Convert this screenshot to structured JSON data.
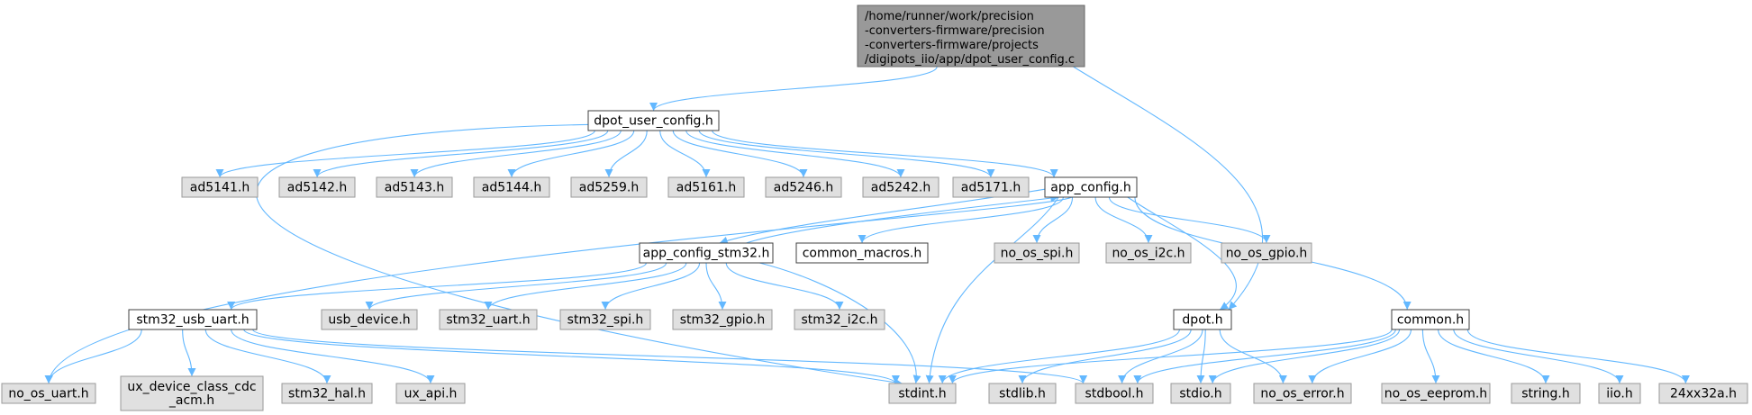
{
  "colors": {
    "edge": "#63b8ff",
    "root_fill": "#999999",
    "white_fill": "#ffffff",
    "grey_fill": "#e0e0e0",
    "white_border": "#404040",
    "grey_border": "#999999"
  },
  "nodes": {
    "root": {
      "lines": [
        "/home/runner/work/precision",
        "-converters-firmware/precision",
        "-converters-firmware/projects",
        "/digipots_iio/app/dpot_user_config.c"
      ]
    },
    "dpot_user_config_h": {
      "lines": [
        "dpot_user_config.h"
      ]
    },
    "ad5141_h": {
      "lines": [
        "ad5141.h"
      ]
    },
    "ad5142_h": {
      "lines": [
        "ad5142.h"
      ]
    },
    "ad5143_h": {
      "lines": [
        "ad5143.h"
      ]
    },
    "ad5144_h": {
      "lines": [
        "ad5144.h"
      ]
    },
    "ad5259_h": {
      "lines": [
        "ad5259.h"
      ]
    },
    "ad5161_h": {
      "lines": [
        "ad5161.h"
      ]
    },
    "ad5246_h": {
      "lines": [
        "ad5246.h"
      ]
    },
    "ad5242_h": {
      "lines": [
        "ad5242.h"
      ]
    },
    "ad5171_h": {
      "lines": [
        "ad5171.h"
      ]
    },
    "app_config_h": {
      "lines": [
        "app_config.h"
      ]
    },
    "app_config_stm32_h": {
      "lines": [
        "app_config_stm32.h"
      ]
    },
    "common_macros_h": {
      "lines": [
        "common_macros.h"
      ]
    },
    "no_os_spi_h": {
      "lines": [
        "no_os_spi.h"
      ]
    },
    "no_os_i2c_h": {
      "lines": [
        "no_os_i2c.h"
      ]
    },
    "no_os_gpio_h": {
      "lines": [
        "no_os_gpio.h"
      ]
    },
    "stm32_usb_uart_h": {
      "lines": [
        "stm32_usb_uart.h"
      ]
    },
    "usb_device_h": {
      "lines": [
        "usb_device.h"
      ]
    },
    "stm32_uart_h": {
      "lines": [
        "stm32_uart.h"
      ]
    },
    "stm32_spi_h": {
      "lines": [
        "stm32_spi.h"
      ]
    },
    "stm32_gpio_h": {
      "lines": [
        "stm32_gpio.h"
      ]
    },
    "stm32_i2c_h": {
      "lines": [
        "stm32_i2c.h"
      ]
    },
    "dpot_h": {
      "lines": [
        "dpot.h"
      ]
    },
    "common_h": {
      "lines": [
        "common.h"
      ]
    },
    "no_os_uart_h": {
      "lines": [
        "no_os_uart.h"
      ]
    },
    "ux_device_class_cdc_acm_h": {
      "lines": [
        "ux_device_class_cdc",
        "_acm.h"
      ]
    },
    "stm32_hal_h": {
      "lines": [
        "stm32_hal.h"
      ]
    },
    "ux_api_h": {
      "lines": [
        "ux_api.h"
      ]
    },
    "stdint_h": {
      "lines": [
        "stdint.h"
      ]
    },
    "stdlib_h": {
      "lines": [
        "stdlib.h"
      ]
    },
    "stdbool_h": {
      "lines": [
        "stdbool.h"
      ]
    },
    "stdio_h": {
      "lines": [
        "stdio.h"
      ]
    },
    "no_os_error_h": {
      "lines": [
        "no_os_error.h"
      ]
    },
    "no_os_eeprom_h": {
      "lines": [
        "no_os_eeprom.h"
      ]
    },
    "string_h": {
      "lines": [
        "string.h"
      ]
    },
    "iio_h": {
      "lines": [
        "iio.h"
      ]
    },
    "24xx32a_h": {
      "lines": [
        "24xx32a.h"
      ]
    }
  }
}
